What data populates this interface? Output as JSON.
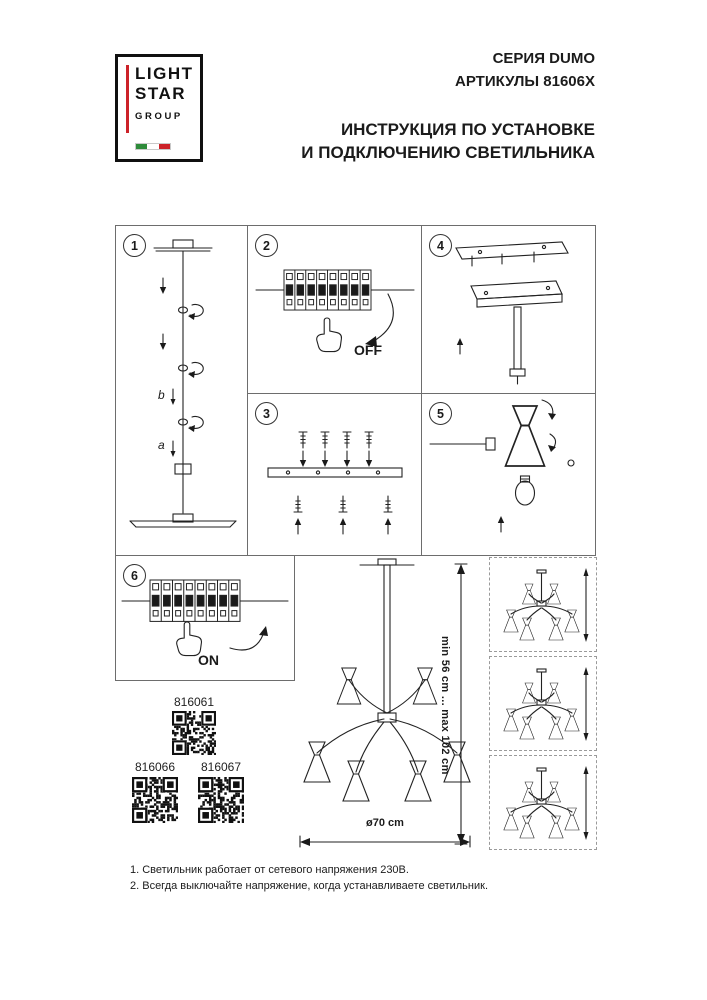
{
  "header": {
    "logo": {
      "line1": "LIGHT",
      "line2": "STAR",
      "line3": "GROUP"
    },
    "series": "СЕРИЯ DUMO",
    "articles": "АРТИКУЛЫ 81606X",
    "title_line1": "ИНСТРУКЦИЯ ПО УСТАНОВКЕ",
    "title_line2": "И ПОДКЛЮЧЕНИЮ СВЕТИЛЬНИКА"
  },
  "steps": {
    "s1": {
      "num": "1",
      "label_a": "a",
      "label_b": "b"
    },
    "s2": {
      "num": "2",
      "switch_label": "OFF"
    },
    "s3": {
      "num": "3"
    },
    "s4": {
      "num": "4"
    },
    "s5": {
      "num": "5"
    },
    "s6": {
      "num": "6",
      "switch_label": "ON"
    }
  },
  "article_codes": {
    "code1": "816061",
    "code2": "816066",
    "code3": "816067"
  },
  "dimensions": {
    "height_range": "min 56 cm ... max 102 cm",
    "diameter": "ø70 cm"
  },
  "notes": {
    "note1": "1. Светильник работает от сетевого напряжения 230В.",
    "note2": "2. Всегда выключайте напряжение, когда устанавливаете светильник."
  },
  "colors": {
    "accent_red": "#cc2229",
    "flag_green": "#2e8b3a",
    "flag_red": "#cc2229",
    "line_dark": "#222222"
  }
}
